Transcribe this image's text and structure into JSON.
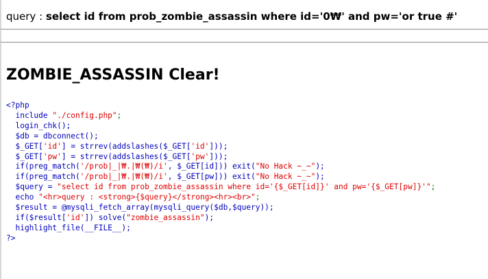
{
  "query": {
    "label": "query : ",
    "sql": "select id from prob_zombie_assassin where id='0₩' and pw='or true #'"
  },
  "result": {
    "message": "ZOMBIE_ASSASSIN Clear!"
  },
  "source": {
    "lines": [
      "<?php",
      "  include \"./config.php\";",
      "  login_chk();",
      "  $db = dbconnect();",
      "  $_GET['id'] = strrev(addslashes($_GET['id']));",
      "  $_GET['pw'] = strrev(addslashes($_GET['pw']));",
      "  if(preg_match('/prob|_|₩.|₩(₩)/i', $_GET[id])) exit(\"No Hack ~_~\");",
      "  if(preg_match('/prob|_|₩.|₩(₩)/i', $_GET[pw])) exit(\"No Hack ~_~\");",
      "  $query = \"select id from prob_zombie_assassin where id='{$_GET[id]}' and pw='{$_GET[pw]}'\";",
      "  echo \"<hr>query : <strong>{$query}</strong><hr><br>\";",
      "  $result = @mysqli_fetch_array(mysqli_query($db,$query));",
      "  if($result['id']) solve(\"zombie_assassin\");",
      "  highlight_file(__FILE__);",
      "?>"
    ]
  },
  "colors": {
    "keyword": "#0000bb",
    "string": "#dd0000",
    "punctuation": "#007700"
  }
}
